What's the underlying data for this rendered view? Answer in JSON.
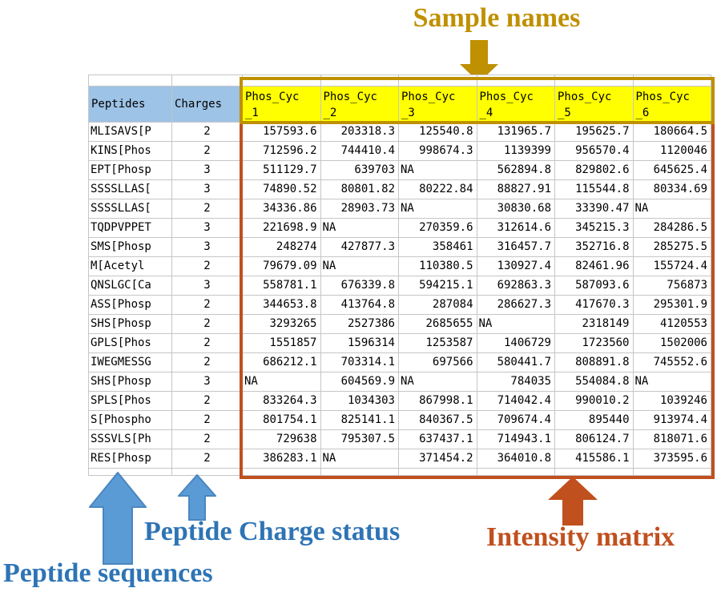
{
  "annotations": {
    "sample_names": "Sample names",
    "peptide_charge_status": "Peptide Charge status",
    "peptide_sequences": "Peptide sequences",
    "intensity_matrix": "Intensity matrix"
  },
  "colors": {
    "sample_names_accent": "#BF9000",
    "sample_header_bg": "#FFFF00",
    "meta_header_bg": "#9DC3E6",
    "matrix_border": "#C0501E",
    "intensity_accent": "#C0501E",
    "blue_annotation_text": "#2E74B5",
    "blue_arrow_fill": "#5B9BD5",
    "gridline": "#C6C6C6"
  },
  "table": {
    "columns": {
      "peptides_label": "Peptides",
      "charges_label": "Charges",
      "samples": [
        "Phos_Cyc_1",
        "Phos_Cyc_2",
        "Phos_Cyc_3",
        "Phos_Cyc_4",
        "Phos_Cyc_5",
        "Phos_Cyc_6"
      ]
    },
    "na_label": "NA",
    "rows": [
      {
        "peptide": "MLISAVS[P",
        "charge": "2",
        "values": [
          "157593.6",
          "203318.3",
          "125540.8",
          "131965.7",
          "195625.7",
          "180664.5"
        ]
      },
      {
        "peptide": "KINS[Phos",
        "charge": "2",
        "values": [
          "712596.2",
          "744410.4",
          "998674.3",
          "1139399",
          "956570.4",
          "1120046"
        ]
      },
      {
        "peptide": "EPT[Phosp",
        "charge": "3",
        "values": [
          "511129.7",
          "639703",
          "NA",
          "562894.8",
          "829802.6",
          "645625.4"
        ]
      },
      {
        "peptide": "SSSSLLAS[",
        "charge": "3",
        "values": [
          "74890.52",
          "80801.82",
          "80222.84",
          "88827.91",
          "115544.8",
          "80334.69"
        ]
      },
      {
        "peptide": "SSSSLLAS[",
        "charge": "2",
        "values": [
          "34336.86",
          "28903.73",
          "NA",
          "30830.68",
          "33390.47",
          "NA"
        ]
      },
      {
        "peptide": "TQDPVPPET",
        "charge": "3",
        "values": [
          "221698.9",
          "NA",
          "270359.6",
          "312614.6",
          "345215.3",
          "284286.5"
        ]
      },
      {
        "peptide": "SMS[Phosp",
        "charge": "3",
        "values": [
          "248274",
          "427877.3",
          "358461",
          "316457.7",
          "352716.8",
          "285275.5"
        ]
      },
      {
        "peptide": "M[Acetyl",
        "charge": "2",
        "values": [
          "79679.09",
          "NA",
          "110380.5",
          "130927.4",
          "82461.96",
          "155724.4"
        ]
      },
      {
        "peptide": "QNSLGC[Ca",
        "charge": "3",
        "values": [
          "558781.1",
          "676339.8",
          "594215.1",
          "692863.3",
          "587093.6",
          "756873"
        ]
      },
      {
        "peptide": "ASS[Phosp",
        "charge": "2",
        "values": [
          "344653.8",
          "413764.8",
          "287084",
          "286627.3",
          "417670.3",
          "295301.9"
        ]
      },
      {
        "peptide": "SHS[Phosp",
        "charge": "2",
        "values": [
          "3293265",
          "2527386",
          "2685655",
          "NA",
          "2318149",
          "4120553"
        ]
      },
      {
        "peptide": "GPLS[Phos",
        "charge": "2",
        "values": [
          "1551857",
          "1596314",
          "1253587",
          "1406729",
          "1723560",
          "1502006"
        ]
      },
      {
        "peptide": "IWEGMESSG",
        "charge": "2",
        "values": [
          "686212.1",
          "703314.1",
          "697566",
          "580441.7",
          "808891.8",
          "745552.6"
        ]
      },
      {
        "peptide": "SHS[Phosp",
        "charge": "3",
        "values": [
          "NA",
          "604569.9",
          "NA",
          "784035",
          "554084.8",
          "NA"
        ]
      },
      {
        "peptide": "SPLS[Phos",
        "charge": "2",
        "values": [
          "833264.3",
          "1034303",
          "867998.1",
          "714042.4",
          "990010.2",
          "1039246"
        ]
      },
      {
        "peptide": "S[Phospho",
        "charge": "2",
        "values": [
          "801754.1",
          "825141.1",
          "840367.5",
          "709674.4",
          "895440",
          "913974.4"
        ]
      },
      {
        "peptide": "SSSVLS[Ph",
        "charge": "2",
        "values": [
          "729638",
          "795307.5",
          "637437.1",
          "714943.1",
          "806124.7",
          "818071.6"
        ]
      },
      {
        "peptide": "RES[Phosp",
        "charge": "2",
        "values": [
          "386283.1",
          "NA",
          "371454.2",
          "364010.8",
          "415586.1",
          "373595.6"
        ]
      }
    ]
  }
}
